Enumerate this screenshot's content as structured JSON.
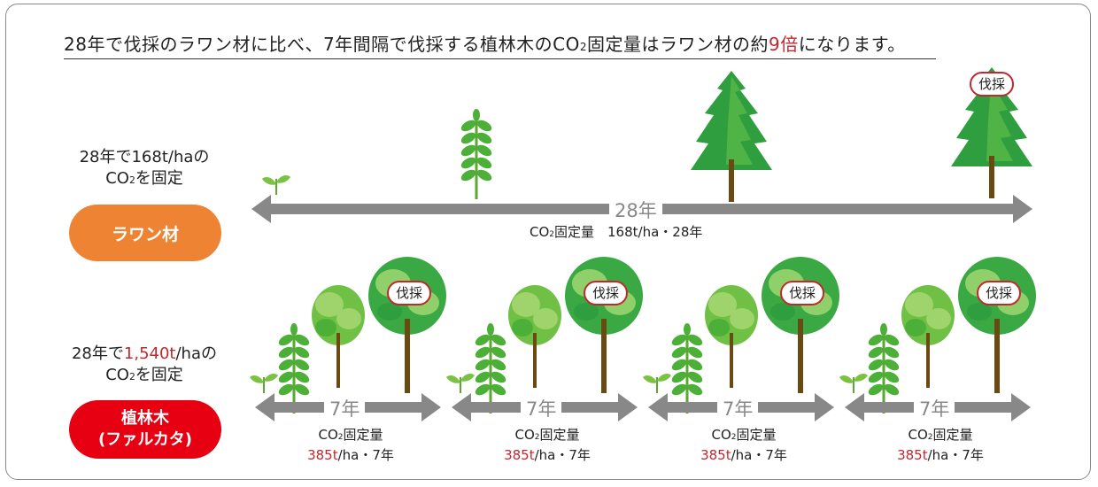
{
  "headline": {
    "before": "28年で伐採のラワン材に比べ、7年間隔で伐採する植林木のCO",
    "sub": "2",
    "middle": "固定量はラワン材の約",
    "emph": "9倍",
    "after": "になります。"
  },
  "lauan": {
    "note_line1": "28年で168t/haの",
    "note_co": "CO",
    "note_sub": "2",
    "note_tail": "を固定",
    "pill_label": "ラワン材",
    "period_label": "28年",
    "co2_co": "CO",
    "co2_sub": "2",
    "co2_text": "固定量　168t/ha・28年",
    "cut_label": "伐採"
  },
  "plantation": {
    "note_prefix": "28年で",
    "note_value": "1,540t",
    "note_suffix": "/haの",
    "note_co": "CO",
    "note_sub": "2",
    "note_tail": "を固定",
    "pill_line1": "植林木",
    "pill_line2": "(ファルカタ)",
    "cycles": [
      {
        "period": "7年",
        "co2_co": "CO",
        "co2_sub": "2",
        "co2_label": "固定量",
        "value": "385t",
        "unit": "/ha・7年",
        "cut": "伐採"
      },
      {
        "period": "7年",
        "co2_co": "CO",
        "co2_sub": "2",
        "co2_label": "固定量",
        "value": "385t",
        "unit": "/ha・7年",
        "cut": "伐採"
      },
      {
        "period": "7年",
        "co2_co": "CO",
        "co2_sub": "2",
        "co2_label": "固定量",
        "value": "385t",
        "unit": "/ha・7年",
        "cut": "伐採"
      },
      {
        "period": "7年",
        "co2_co": "CO",
        "co2_sub": "2",
        "co2_label": "固定量",
        "value": "385t",
        "unit": "/ha・7年",
        "cut": "伐採"
      }
    ]
  },
  "colors": {
    "lauan_pill": "#ee8433",
    "plantation_pill": "#e60012",
    "arrow": "#888888",
    "emphasis": "#c1272d",
    "leaf_dark": "#2e9e3a",
    "leaf_light": "#6fc044",
    "trunk": "#6b4a12"
  }
}
